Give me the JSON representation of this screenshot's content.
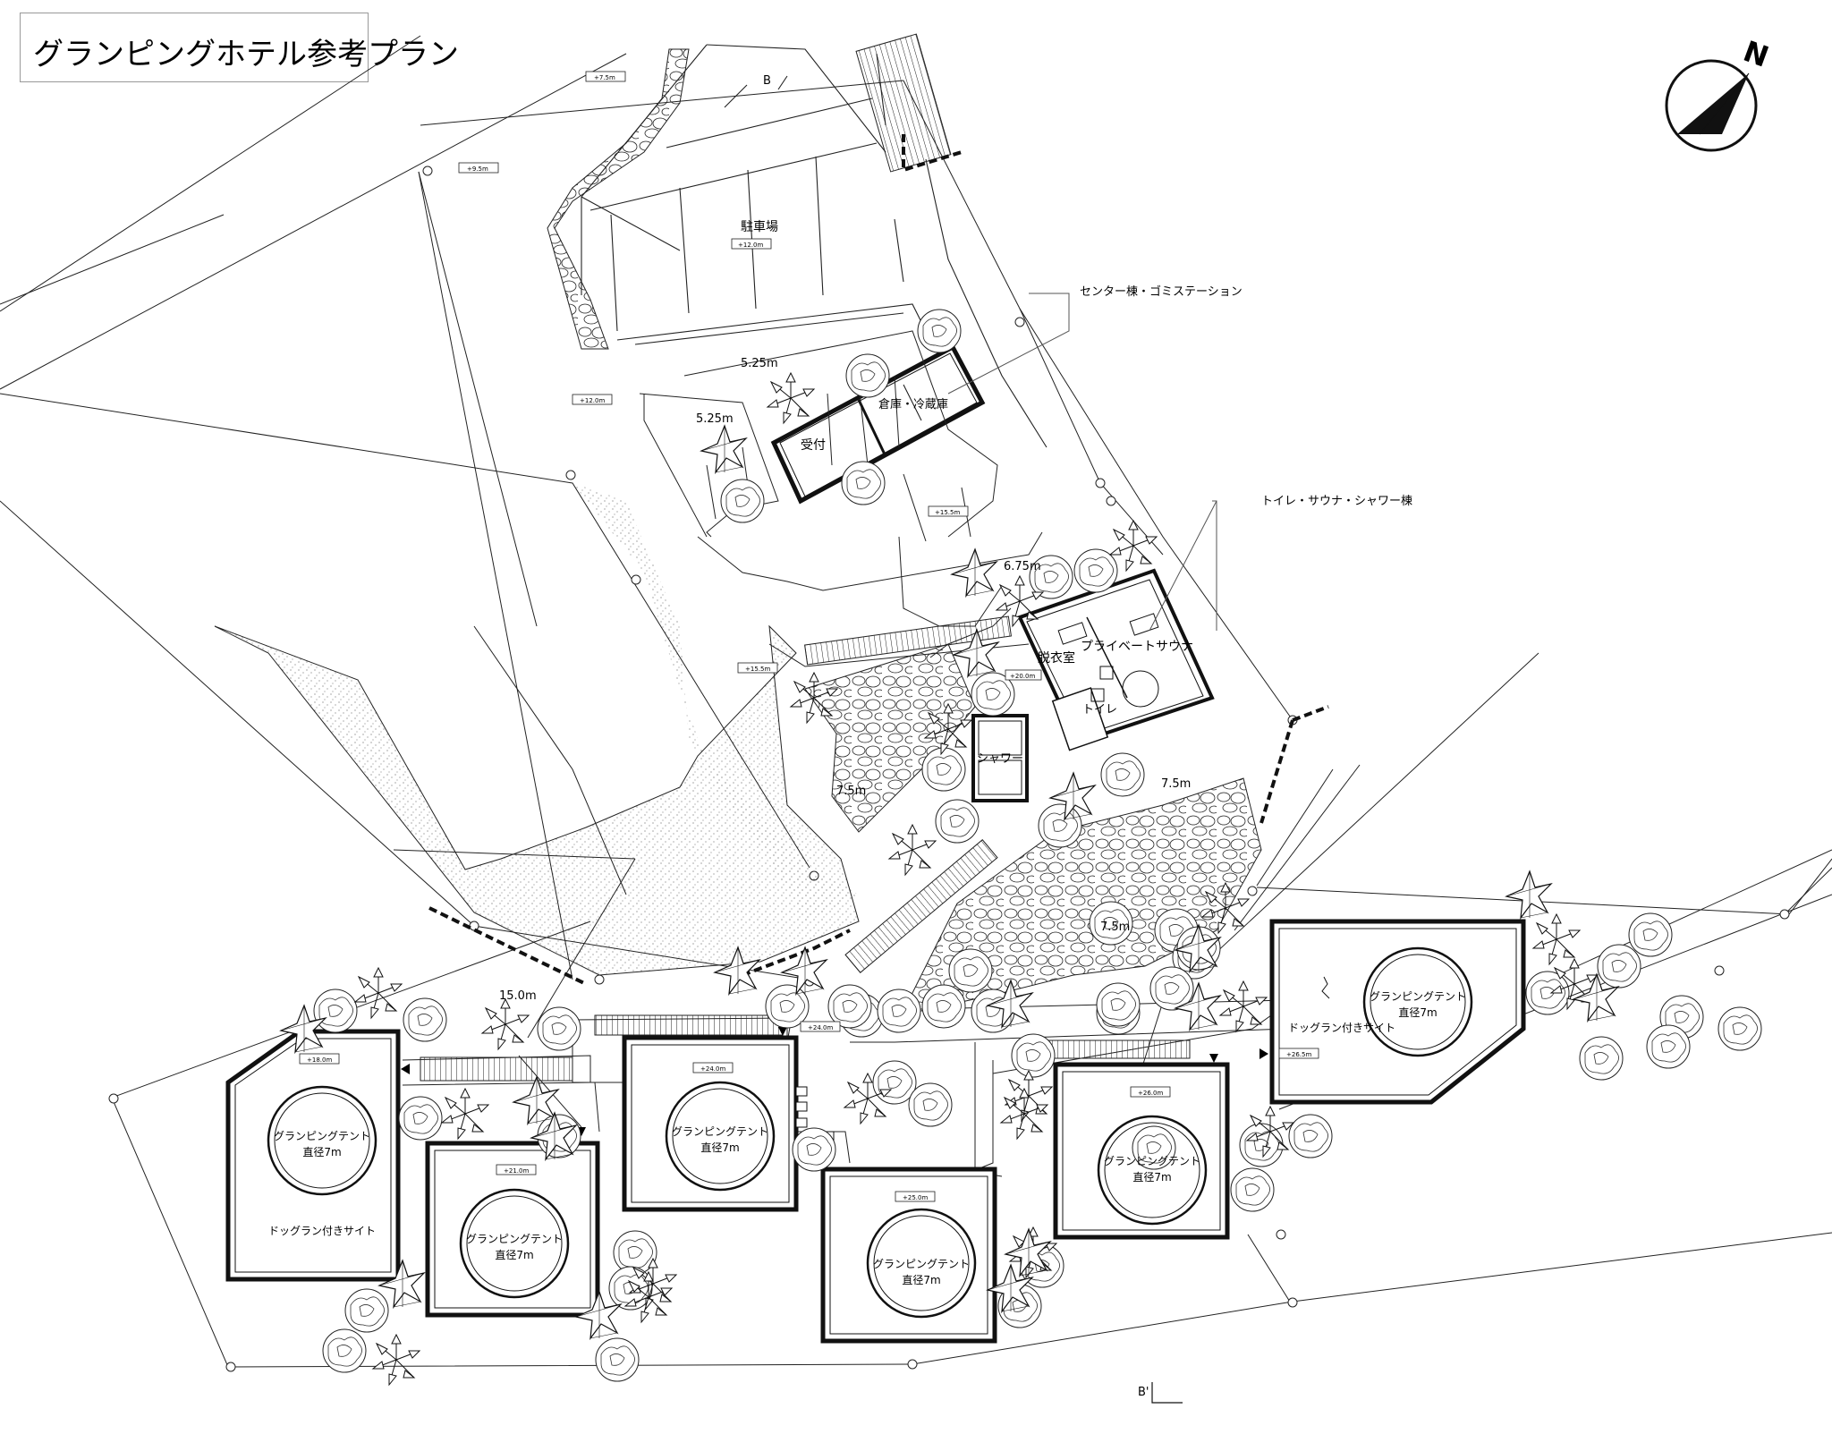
{
  "title": "グランピングホテル参考プラン",
  "north": "N",
  "section_marks": [
    "B",
    "B'"
  ],
  "callouts": {
    "center": "センター棟・ゴミステーション",
    "toilet": "トイレ・サウナ・シャワー棟"
  },
  "rooms": {
    "parking": "駐車場",
    "storage": "倉庫・冷蔵庫",
    "reception": "受付",
    "sauna": "プライベートサウナ",
    "changing": "脱衣室",
    "toilet": "トイレ",
    "shower": "シャワー"
  },
  "dimensions": [
    "5.25m",
    "5.25m",
    "6.75m",
    "7.5m",
    "7.5m",
    "7.5m",
    "15.0m"
  ],
  "elevations": [
    "+7.5m",
    "+9.5m",
    "+12.0m",
    "+12.0m",
    "+15.5m",
    "+15.5m",
    "+20.0m",
    "+24.0m",
    "+24.0m",
    "+18.0m",
    "+21.0m",
    "+25.0m",
    "+26.0m",
    "+26.5m"
  ],
  "tent_name": "グランピングテント",
  "tent_size": "直径7m",
  "dog_site": "ドッグラン付きサイト"
}
